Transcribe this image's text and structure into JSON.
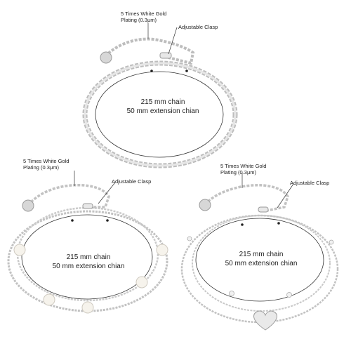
{
  "panels": [
    {
      "plating_line1": "5 Times White Gold",
      "plating_line2": "Plating (0.3μm)",
      "clasp": "Adjustable Clasp",
      "chain": "215 mm chain",
      "extension": "50 mm extension chian"
    },
    {
      "plating_line1": "5 Times White Gold",
      "plating_line2": "Plating (0.3μm)",
      "clasp": "Adjustable Clasp",
      "chain": "215 mm chain",
      "extension": "50 mm extension chian"
    },
    {
      "plating_line1": "5 Times White Gold",
      "plating_line2": "Plating (0.3μm)",
      "clasp": "Adjustable Clasp",
      "chain": "215 mm chain",
      "extension": "50 mm extension chian"
    }
  ],
  "colors": {
    "metal": "#b9b9b9",
    "metal_dark": "#8a8a8a",
    "pearl": "#f4f1ea",
    "line": "#333333"
  }
}
